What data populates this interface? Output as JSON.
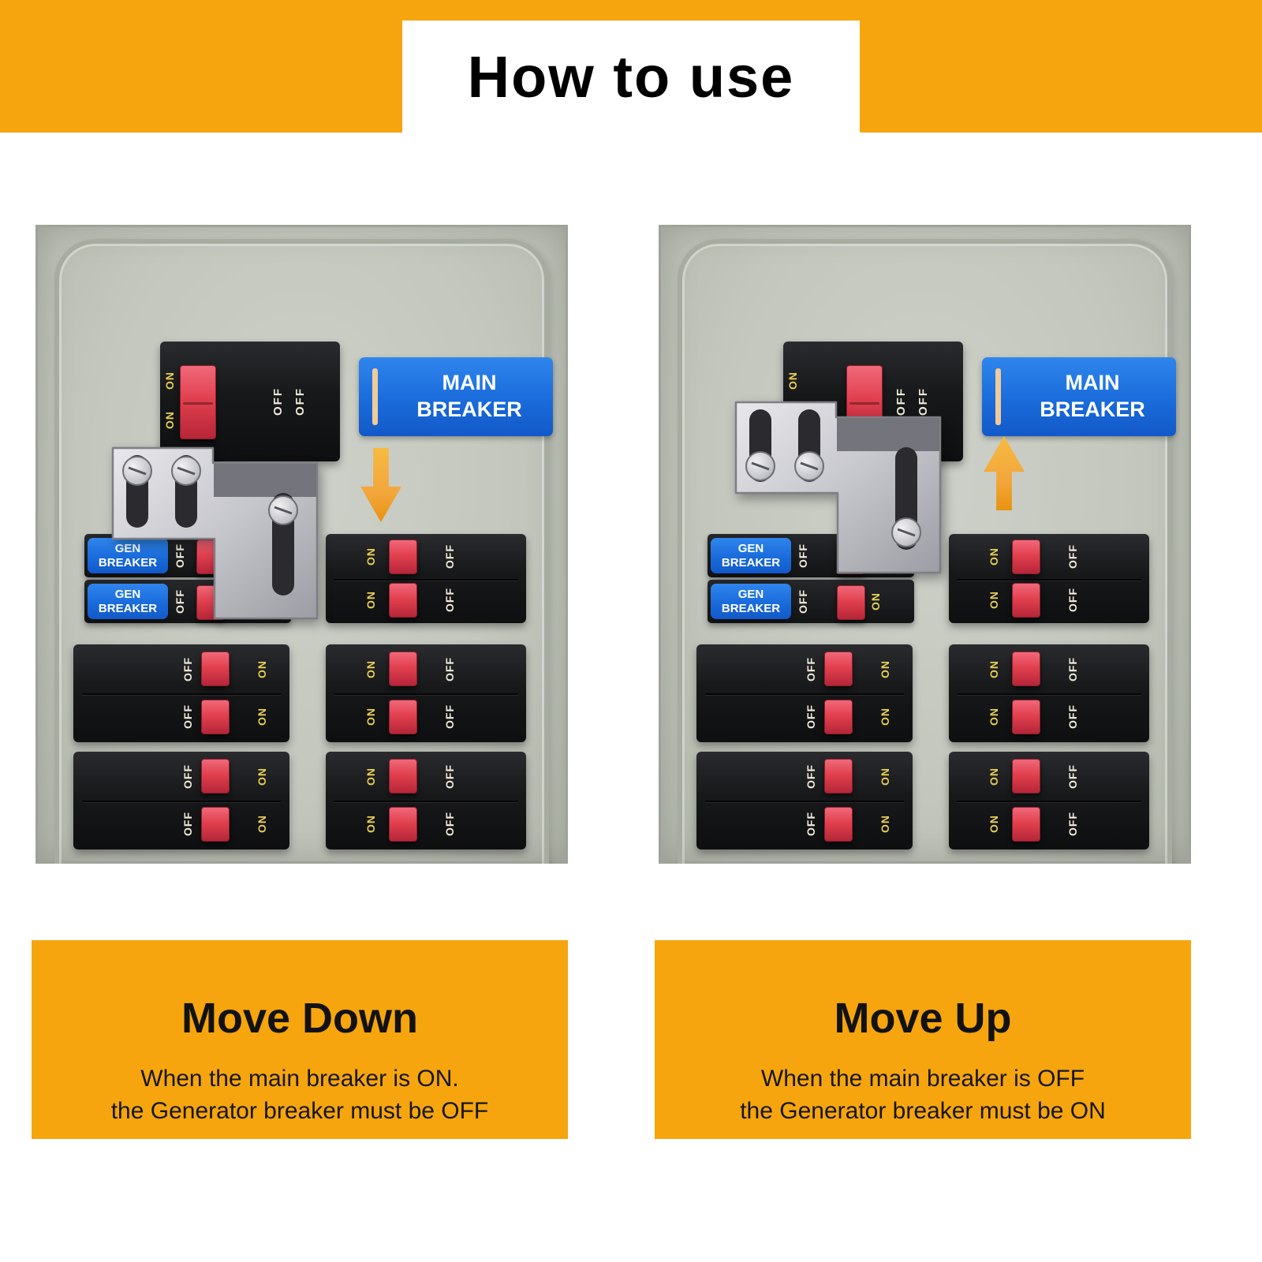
{
  "header": {
    "title": "How to use"
  },
  "labels": {
    "main_breaker": "MAIN BREAKER",
    "gen_breaker": "GEN BREAKER",
    "on": "ON",
    "off": "OFF"
  },
  "instructions": [
    {
      "title": "Move Down",
      "line1": "When the main breaker is ON.",
      "line2": "the Generator breaker must be OFF"
    },
    {
      "title": "Move Up",
      "line1": "When the main breaker is OFF",
      "line2": "the Generator breaker must be ON"
    }
  ],
  "colors": {
    "accent_orange": "#F6A50E",
    "arrow_orange": "#F2A63B",
    "label_blue": "#1A6BDB",
    "handle_red": "#E2404E",
    "breaker_black": "#17181A",
    "panel_gray": "#C3C7BD",
    "plate_silver": "#C6C7CC",
    "stripe_beige": "#EFCB9B"
  }
}
